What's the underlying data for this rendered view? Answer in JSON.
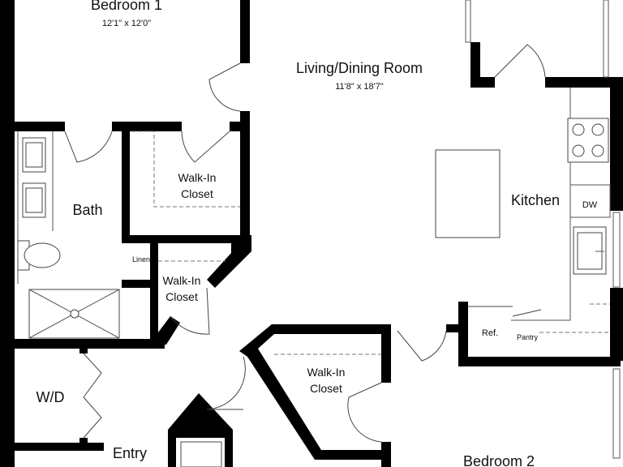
{
  "rooms": {
    "bedroom1": {
      "name": "Bedroom 1",
      "dims": "12'1\" x 12'0\""
    },
    "living": {
      "name": "Living/Dining Room",
      "dims": "11'8\" x 18'7\""
    },
    "kitchen": {
      "name": "Kitchen"
    },
    "bath": {
      "name": "Bath"
    },
    "walkin1": {
      "name": "Walk-In",
      "name2": "Closet"
    },
    "walkin2": {
      "name": "Walk-In",
      "name2": "Closet"
    },
    "walkin3": {
      "name": "Walk-In",
      "name2": "Closet"
    },
    "linen": {
      "name": "Linen"
    },
    "wd": {
      "name": "W/D"
    },
    "entry": {
      "name": "Entry"
    },
    "bedroom2": {
      "name": "Bedroom 2"
    },
    "dw": {
      "name": "DW"
    },
    "ref": {
      "name": "Ref."
    },
    "pantry": {
      "name": "Pantry"
    }
  }
}
